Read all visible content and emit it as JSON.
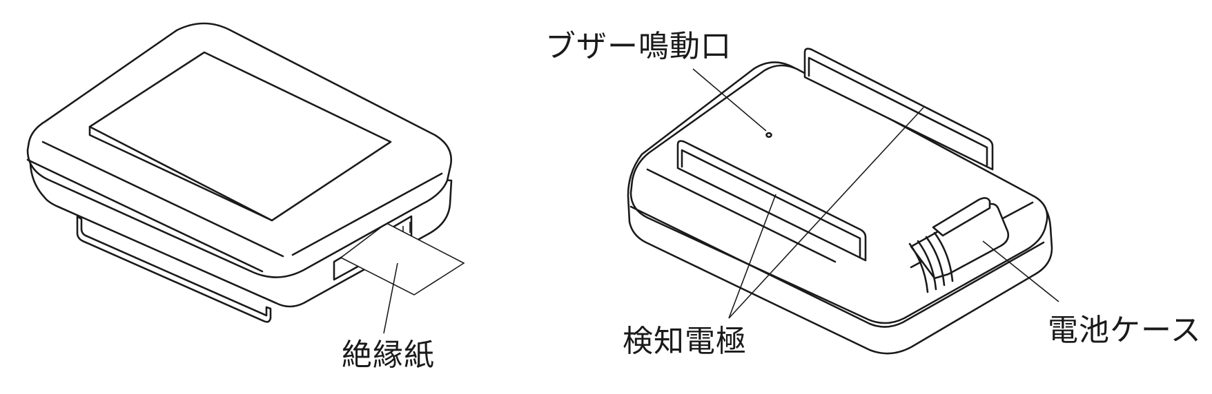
{
  "labels": {
    "buzzer": "ブザー鳴動口",
    "insulation_paper": "絶縁紙",
    "detection_electrode": "検知電極",
    "battery_case": "電池ケース"
  },
  "style": {
    "line_color": "#1a1a1a",
    "background": "#ffffff"
  }
}
